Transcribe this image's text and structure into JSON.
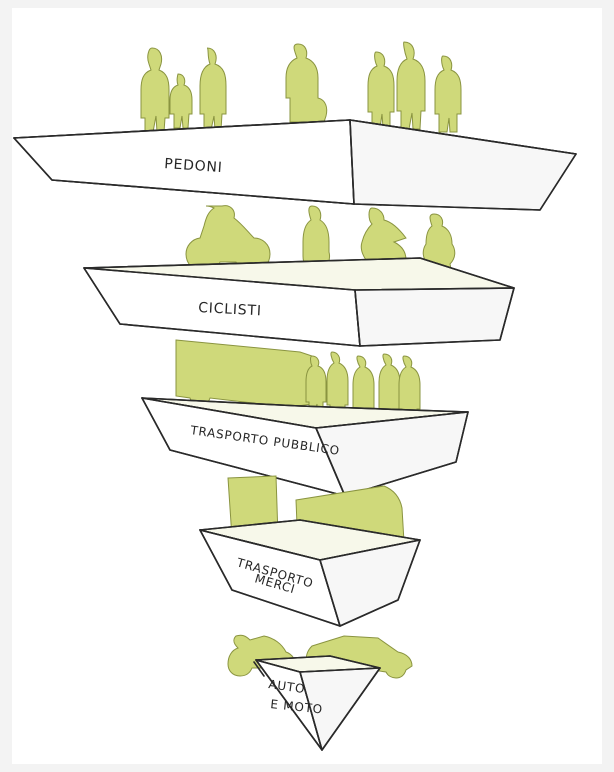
{
  "levels": [
    {
      "label": "PEDONI",
      "icon": "pedestrians-icon"
    },
    {
      "label": "CICLISTI",
      "icon": "cyclists-icon"
    },
    {
      "label": "TRASPORTO PUBBLICO",
      "icon": "public-transport-icon"
    },
    {
      "label_line1": "TRASPORTO",
      "label_line2": "MERCI",
      "icon": "freight-icon"
    },
    {
      "label_line1": "AUTO",
      "label_line2": "E MOTO",
      "icon": "cars-motorbikes-icon"
    }
  ],
  "colors": {
    "figure_fill": "#cfd97a",
    "figure_stroke": "#8a9440",
    "slab_top": "#f6f6e6",
    "outline": "#2a2a2a"
  }
}
